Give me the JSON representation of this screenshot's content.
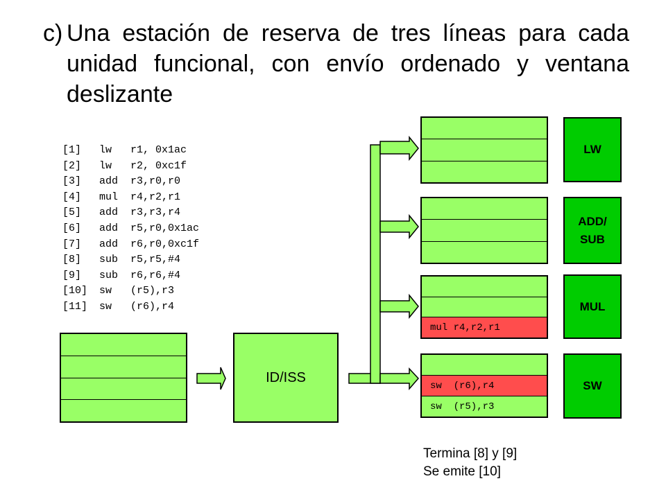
{
  "title": {
    "marker": "c)",
    "text": "Una estación de reserva de tres líneas para cada unidad funcional, con envío ordenado y ventana deslizante"
  },
  "program": [
    {
      "idx": "[1]",
      "op": "lw",
      "args": "r1, 0x1ac"
    },
    {
      "idx": "[2]",
      "op": "lw",
      "args": "r2, 0xc1f"
    },
    {
      "idx": "[3]",
      "op": "add",
      "args": "r3,r0,r0"
    },
    {
      "idx": "[4]",
      "op": "mul",
      "args": "r4,r2,r1"
    },
    {
      "idx": "[5]",
      "op": "add",
      "args": "r3,r3,r4"
    },
    {
      "idx": "[6]",
      "op": "add",
      "args": "r5,r0,0x1ac"
    },
    {
      "idx": "[7]",
      "op": "add",
      "args": "r6,r0,0xc1f"
    },
    {
      "idx": "[8]",
      "op": "sub",
      "args": "r5,r5,#4"
    },
    {
      "idx": "[9]",
      "op": "sub",
      "args": "r6,r6,#4"
    },
    {
      "idx": "[10]",
      "op": "sw",
      "args": "(r5),r3"
    },
    {
      "idx": "[11]",
      "op": "sw",
      "args": "(r6),r4"
    }
  ],
  "issue_stage": {
    "label": "ID/ISS"
  },
  "reservation_stations": {
    "lw": [
      "",
      "",
      ""
    ],
    "addsub": [
      "",
      "",
      ""
    ],
    "mul": [
      "",
      "",
      "mul r4,r2,r1"
    ],
    "sw": [
      "",
      "sw  (r6),r4",
      "sw  (r5),r3"
    ]
  },
  "units": {
    "lw": "LW",
    "addsub": "ADD/\nSUB",
    "mul": "MUL",
    "sw": "SW"
  },
  "colors": {
    "station": "#99ff66",
    "unit": "#00cc00",
    "busy": "#ff4d4d"
  },
  "note": {
    "line1": "Termina [8] y [9]",
    "line2": "Se emite [10]"
  }
}
